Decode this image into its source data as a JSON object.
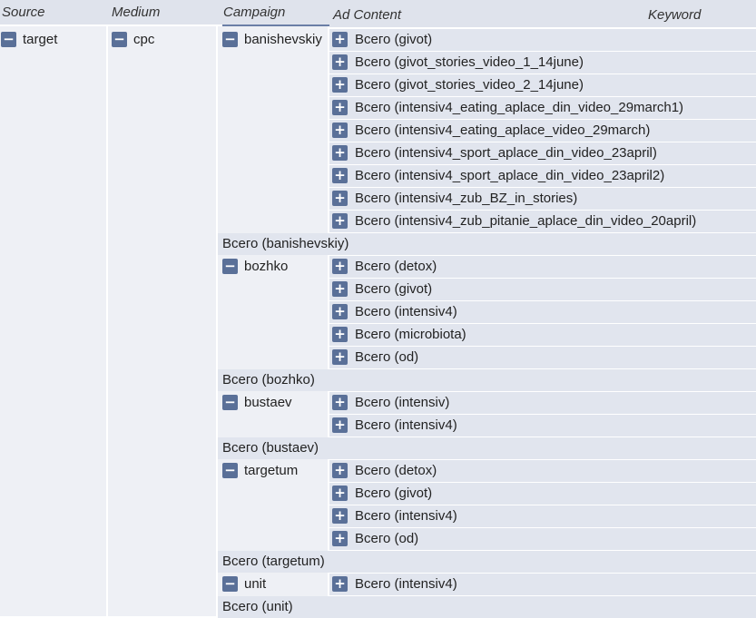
{
  "headers": {
    "source": "Source",
    "medium": "Medium",
    "campaign": "Campaign",
    "ad_content": "Ad Content",
    "keyword": "Keyword"
  },
  "source": {
    "label": "target",
    "toggle": "−"
  },
  "medium": {
    "label": "cpc",
    "toggle": "−"
  },
  "campaigns": [
    {
      "name": "banishevskiy",
      "toggle": "−",
      "ads": [
        "Всего (givot)",
        "Всего (givot_stories_video_1_14june)",
        "Всего (givot_stories_video_2_14june)",
        "Всего (intensiv4_eating_aplace_din_video_29march1)",
        "Всего (intensiv4_eating_aplace_video_29march)",
        "Всего (intensiv4_sport_aplace_din_video_23april)",
        "Всего (intensiv4_sport_aplace_din_video_23april2)",
        "Всего (intensiv4_zub_BZ_in_stories)",
        "Всего (intensiv4_zub_pitanie_aplace_din_video_20april)"
      ],
      "total": "Всего (banishevskiy)"
    },
    {
      "name": "bozhko",
      "toggle": "−",
      "ads": [
        "Всего (detox)",
        "Всего (givot)",
        "Всего (intensiv4)",
        "Всего (microbiota)",
        "Всего (od)"
      ],
      "total": "Всего (bozhko)"
    },
    {
      "name": "bustaev",
      "toggle": "−",
      "ads": [
        "Всего (intensiv)",
        "Всего (intensiv4)"
      ],
      "total": "Всего (bustaev)"
    },
    {
      "name": "targetum",
      "toggle": "−",
      "ads": [
        "Всего (detox)",
        "Всего (givot)",
        "Всего (intensiv4)",
        "Всего (od)"
      ],
      "total": "Всего (targetum)"
    },
    {
      "name": "unit",
      "toggle": "−",
      "ads": [
        "Всего (intensiv4)"
      ],
      "total": "Всего (unit)"
    }
  ],
  "ad_toggle": "+",
  "colors": {
    "toggle_bg": "#5a7098",
    "header_bg": "#dfe3ec",
    "row_bg": "#e1e5ee",
    "column_bg": "#eef0f5",
    "header_underline": "#6b7fa6"
  }
}
